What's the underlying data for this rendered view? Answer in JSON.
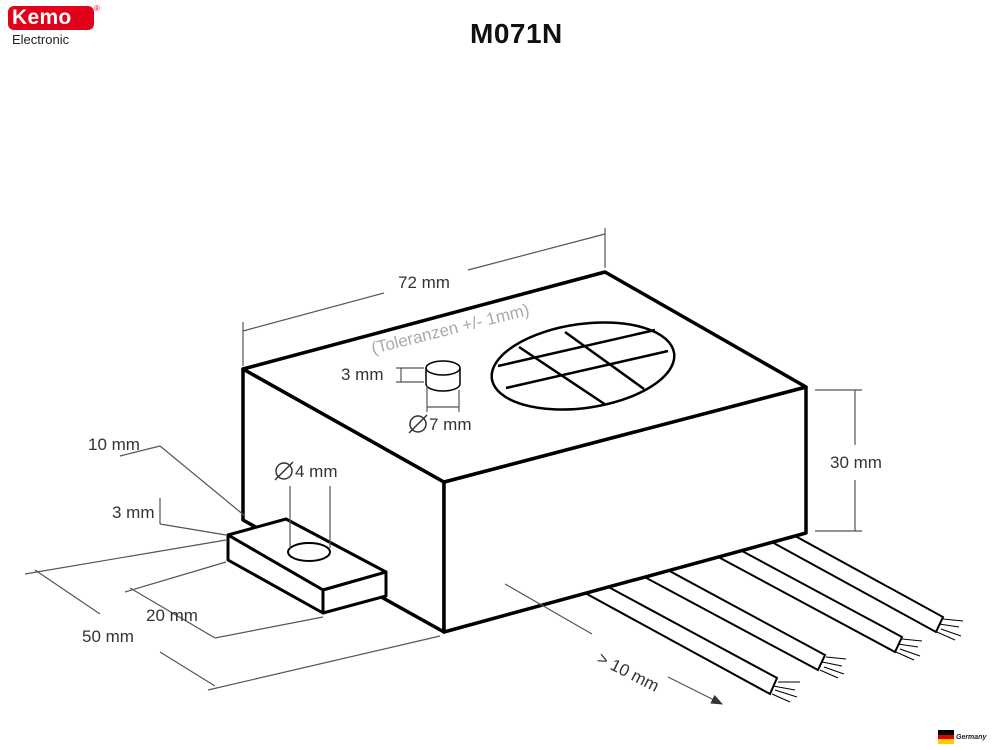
{
  "brand": {
    "name": "Kemo",
    "registered": "®",
    "subtitle": "Electronic"
  },
  "title": "M071N",
  "dimensions": {
    "length": "72 mm",
    "tolerance": "(Toleranzen +/- 1mm)",
    "knob_height": "3 mm",
    "knob_diameter": "7 mm",
    "hole_diameter": "4 mm",
    "height": "30 mm",
    "tab_length": "10 mm",
    "tab_thickness": "3 mm",
    "tab_width": "20 mm",
    "depth": "50 mm",
    "wire_length": "> 10 mm"
  },
  "footer": {
    "country": "Germany"
  },
  "colors": {
    "brand_red": "#e2001a",
    "line": "#000000",
    "dim_line": "#555555"
  }
}
